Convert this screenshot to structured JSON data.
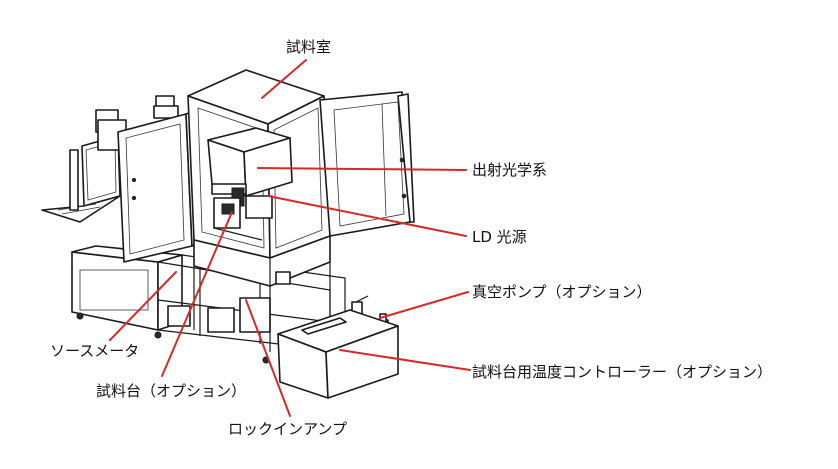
{
  "labels": {
    "sample_chamber": "試料室",
    "emission_optics": "出射光学系",
    "ld_source": "LD 光源",
    "vacuum_pump": "真空ポンプ（オプション）",
    "source_meter": "ソースメータ",
    "temp_controller": "試料台用温度コントローラー（オプション）",
    "sample_stage": "試料台（オプション）",
    "lockin_amp": "ロックインアンプ"
  },
  "colors": {
    "leader": "#d42a2a",
    "outline": "#1a1a1a"
  }
}
